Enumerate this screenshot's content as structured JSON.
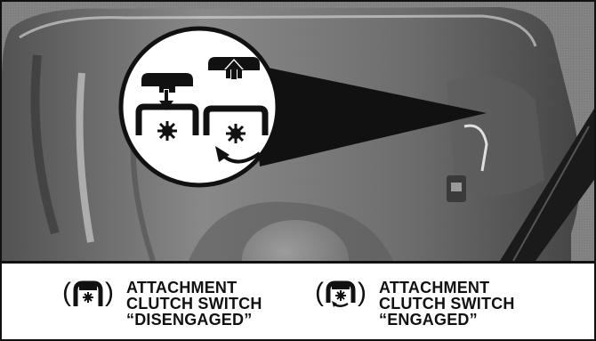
{
  "legend": {
    "disengaged": {
      "open_paren": "(",
      "close_paren": ")",
      "line1": "ATTACHMENT",
      "line2": "CLUTCH SWITCH",
      "line3": "“DISENGAGED”",
      "icon": "clutch-disengaged-icon"
    },
    "engaged": {
      "open_paren": "(",
      "close_paren": ")",
      "line1": "ATTACHMENT",
      "line2": "CLUTCH SWITCH",
      "line3": "“ENGAGED”",
      "icon": "clutch-engaged-icon"
    }
  },
  "callout": {
    "icons": [
      "arrow-down-icon",
      "arrow-up-icon",
      "gear-icon",
      "rotation-arrow-icon"
    ]
  }
}
